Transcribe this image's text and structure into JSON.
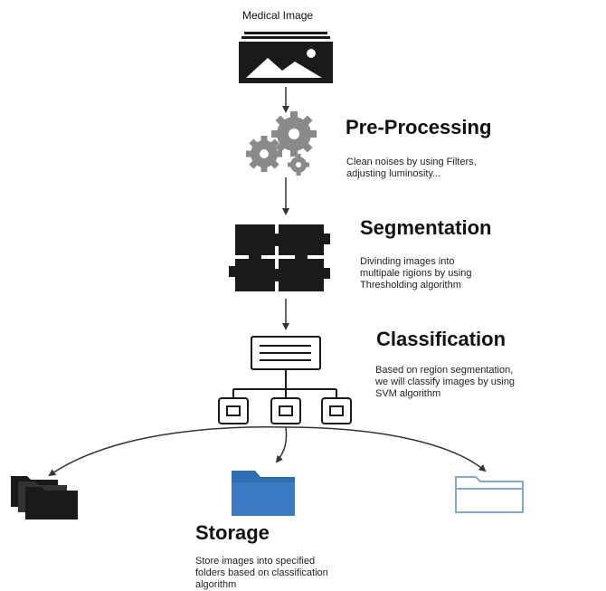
{
  "input": {
    "label": "Medical Image",
    "icon": "image-icon"
  },
  "steps": [
    {
      "title": "Pre-Processing",
      "description_lines": [
        "Clean noises by using Filters,",
        "adjusting luminosity..."
      ],
      "icon": "gears-icon"
    },
    {
      "title": "Segmentation",
      "description_lines": [
        "Divinding images into",
        "multipale rigions by using",
        "Thresholding algorithm"
      ],
      "icon": "puzzle-icon"
    },
    {
      "title": "Classification",
      "description_lines": [
        "Based on region segmentation,",
        "we will classify images by using",
        "SVM algorithm"
      ],
      "icon": "hierarchy-icon"
    },
    {
      "title": "Storage",
      "description_lines": [
        "Store images into specified",
        "folders based on classification",
        "algorithm"
      ],
      "icon": "folder-icon"
    }
  ],
  "colors": {
    "icon_dark": "#1a1a1a",
    "gear_gray": "#8a8a8a",
    "folder_blue": "#2f6db3",
    "folder_light": "#9fbfdd",
    "arrow": "#333333"
  }
}
